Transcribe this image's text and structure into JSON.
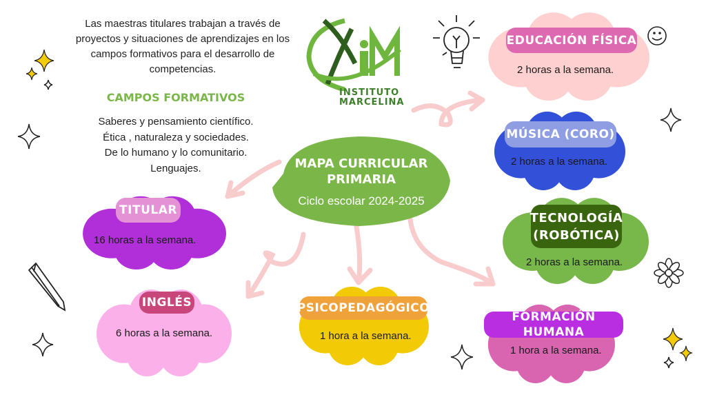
{
  "intro": {
    "text": "Las maestras titulares trabajan a través de proyectos y situaciones de aprendizajes en los campos formativos para el desarrollo de competencias."
  },
  "campos": {
    "title": "CAMPOS FORMATIVOS",
    "items": [
      "Saberes y pensamiento científico.",
      "Ética , naturaleza y sociedades.",
      "De lo humano y lo comunitario.",
      "Lenguajes."
    ]
  },
  "logo": {
    "line1": "INSTITUTO",
    "line2": "MARCELINA",
    "monogram": "iM"
  },
  "center": {
    "title": "MAPA CURRICULAR PRIMARIA",
    "subtitle": "Ciclo escolar 2024-2025"
  },
  "subjects": {
    "titular": {
      "label": "TITULAR",
      "hours": "16 horas a la semana."
    },
    "ingles": {
      "label": "INGLÉS",
      "hours": "6 horas a la semana."
    },
    "psico": {
      "label": "PSICOPEDAGÓGICO",
      "hours": "1 hora a la semana."
    },
    "edfisica": {
      "label": "EDUCACIÓN FÍSICA",
      "hours": "2 horas a la semana."
    },
    "musica": {
      "label": "MÚSICA (CORO)",
      "hours": "2 horas a la semana."
    },
    "tecnologia": {
      "label": "TECNOLOGÍA (ROBÓTICA)",
      "hours": "2 horas a la semana."
    },
    "formacion": {
      "label": "FORMACIÓN HUMANA",
      "hours": "1 hora a la semana."
    }
  },
  "colors": {
    "green": "#7ab648",
    "arrow": "#f8cccc",
    "titular_cloud": "#b02fd8",
    "ingles_cloud": "#fbb0ea",
    "psico_cloud": "#f2cb06",
    "edfisica_cloud": "#ffd0d0",
    "musica_cloud": "#3350d8",
    "tecnologia_cloud": "#78b74a",
    "formacion_cloud": "#d964b0"
  }
}
